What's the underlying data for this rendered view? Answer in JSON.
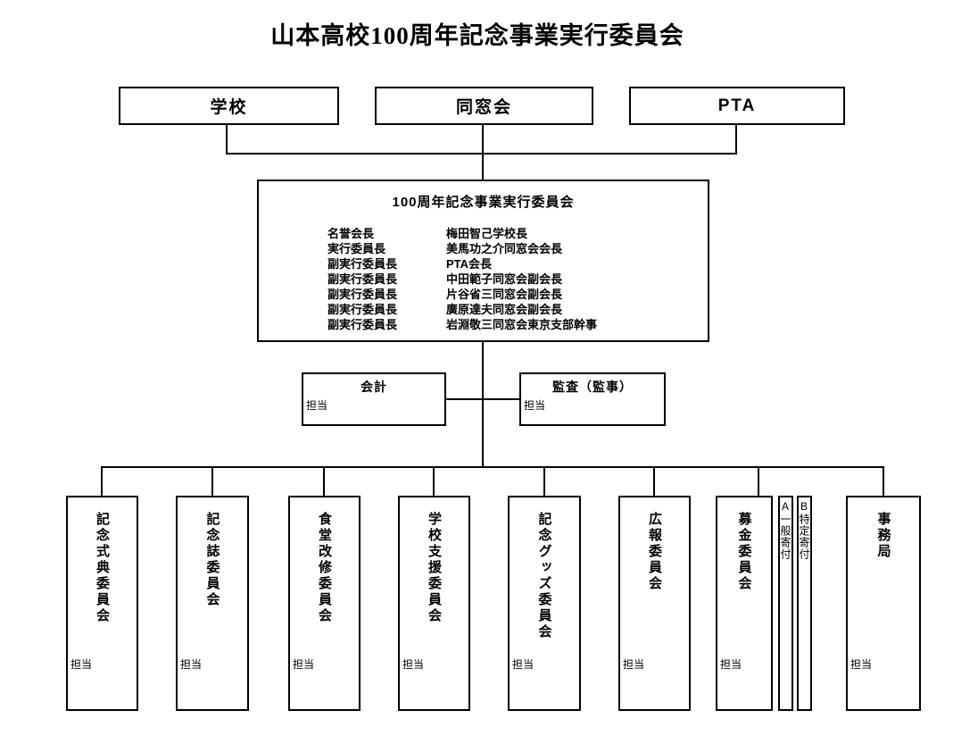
{
  "page": {
    "title": "山本高校100周年記念事業実行委員会",
    "background_color": "#ffffff",
    "line_color": "#000000"
  },
  "top_boxes": [
    {
      "label": "学校"
    },
    {
      "label": "同窓会"
    },
    {
      "label": "PTA"
    }
  ],
  "main_committee": {
    "title": "100周年記念事業実行委員会",
    "roles": [
      {
        "role": "名誉会長",
        "person": "梅田智己学校長"
      },
      {
        "role": "実行委員長",
        "person": "美馬功之介同窓会会長"
      },
      {
        "role": "副実行委員長",
        "person": "PTA会長"
      },
      {
        "role": "副実行委員長",
        "person": "中田範子同窓会副会長"
      },
      {
        "role": "副実行委員長",
        "person": "片谷省三同窓会副会長"
      },
      {
        "role": "副実行委員長",
        "person": "廣原達夫同窓会副会長"
      },
      {
        "role": "副実行委員長",
        "person": "岩淵敬三同窓会東京支部幹事"
      }
    ]
  },
  "middle_boxes": [
    {
      "title": "会計",
      "staff_label": "担当"
    },
    {
      "title": "監査（監事）",
      "staff_label": "担当"
    }
  ],
  "committees": [
    {
      "title": "記念式典委員会",
      "staff_label": "担当"
    },
    {
      "title": "記念誌委員会",
      "staff_label": "担当"
    },
    {
      "title": "食堂改修委員会",
      "staff_label": "担当"
    },
    {
      "title": "学校支援委員会",
      "staff_label": "担当"
    },
    {
      "title": "記念グッズ委員会",
      "staff_label": "担当"
    },
    {
      "title": "広報委員会",
      "staff_label": "担当"
    },
    {
      "title": "募金委員会",
      "staff_label": "担当",
      "sub_columns": [
        {
          "label": "A一般寄付"
        },
        {
          "label": "B特定寄付"
        }
      ]
    },
    {
      "title": "事務局",
      "staff_label": "担当"
    }
  ]
}
